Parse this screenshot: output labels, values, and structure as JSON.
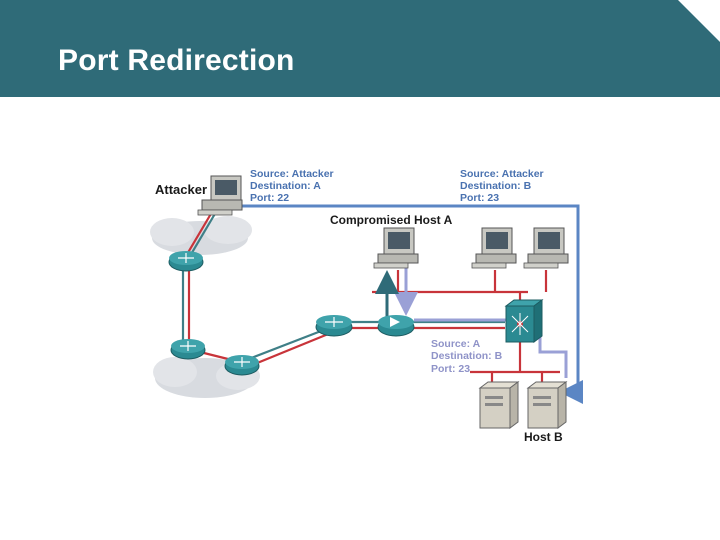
{
  "slide": {
    "title": "Port Redirection",
    "colors": {
      "header": "#2f6b78",
      "path_blue": "#5b86c4",
      "path_lavender": "#9aa0d6",
      "path_teal": "#2f6b78",
      "link_red": "#c8343a",
      "link_teal": "#3f7f87"
    }
  },
  "diagram": {
    "attacker_label": "Attacker",
    "compromised_label": "Compromised Host A",
    "hostb_label": "Host B",
    "packet1": {
      "source": "Source: Attacker",
      "destination": "Destination: A",
      "port": "Port: 22"
    },
    "packet2": {
      "source": "Source: Attacker",
      "destination": "Destination: B",
      "port": "Port: 23"
    },
    "packet3": {
      "source": "Source: A",
      "destination": "Destination: B",
      "port": "Port: 23"
    }
  }
}
